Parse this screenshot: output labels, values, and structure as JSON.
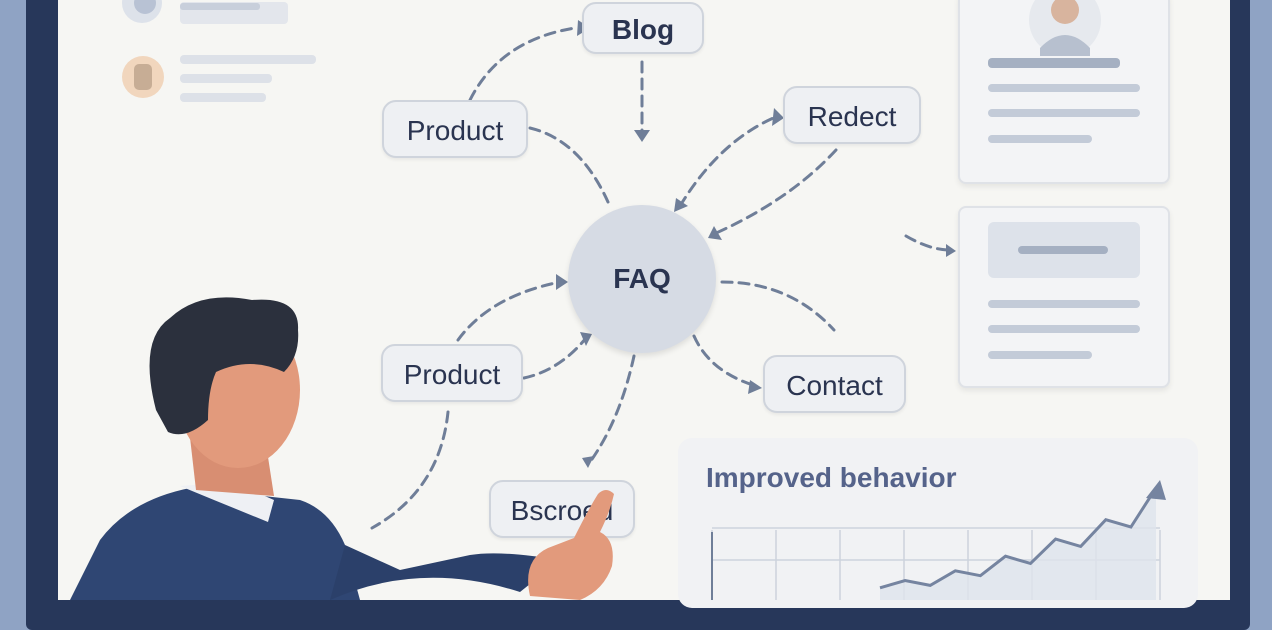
{
  "diagram": {
    "hub_label": "FAQ",
    "nodes": {
      "blog": "Blog",
      "product_top": "Product",
      "redect": "Redect",
      "product_bottom": "Product",
      "contact": "Contact",
      "bscroed": "Bscroed"
    }
  },
  "chart": {
    "title": "Improved behavior",
    "trend_values": [
      5,
      8,
      6,
      12,
      10,
      18,
      15,
      25,
      22,
      33,
      30,
      46
    ]
  },
  "colors": {
    "frame": "#27375a",
    "board": "#f6f6f3",
    "node_text": "#2a3450",
    "arrow": "#6f7e98",
    "chart_title": "#55638a",
    "suit": "#2f4673",
    "skin": "#e29a7c",
    "hair": "#2b303d"
  }
}
